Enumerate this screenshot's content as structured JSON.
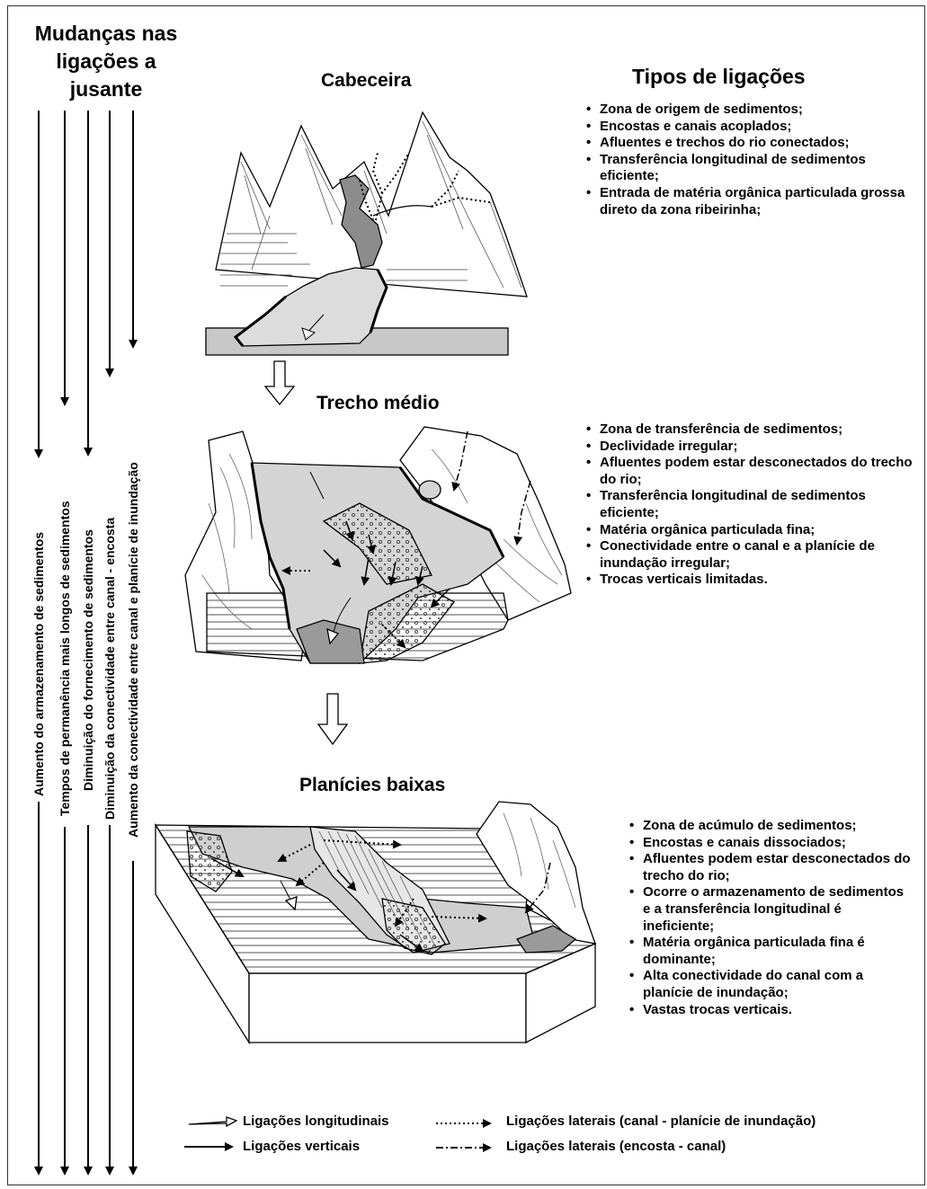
{
  "left_title": [
    "Mudanças nas",
    "ligações a",
    "jusante"
  ],
  "arrow_labels": [
    "Aumento do armazenamento de sedimentos",
    "Tempos de permanência mais longos de sedimentos",
    "Diminuição do fornecimento de sedimentos",
    "Diminuição da conectividade entre canal - encosta",
    "Aumento da conectividade entre canal e planície de inundação"
  ],
  "types_title": "Tipos de ligações",
  "stages": [
    {
      "title": "Cabeceira",
      "items": [
        "Zona de origem de sedimentos;",
        "Encostas e canais acoplados;",
        "Afluentes e trechos do rio conectados;",
        "Transferência longitudinal de sedimentos eficiente;",
        "Entrada de matéria orgânica particulada grossa direto da zona ribeirinha;"
      ]
    },
    {
      "title": "Trecho médio",
      "items": [
        "Zona de transferência de sedimentos;",
        "Declividade irregular;",
        "Afluentes podem estar desconectados do trecho do rio;",
        "Transferência longitudinal de sedimentos eficiente;",
        "Matéria orgânica particulada fina;",
        "Conectividade entre o canal e a planície de inundação irregular;",
        "Trocas verticais limitadas."
      ]
    },
    {
      "title": "Planícies baixas",
      "items": [
        "Zona de acúmulo de sedimentos;",
        "Encostas e canais dissociados;",
        "Afluentes podem estar desconectados do trecho do rio;",
        "Ocorre o armazenamento de sedimentos e a transferência longitudinal é ineficiente;",
        "Matéria orgânica particulada fina é dominante;",
        "Alta conectividade do canal com a planície de inundação;",
        "Vastas trocas verticais."
      ]
    }
  ],
  "legend": {
    "longitudinal": "Ligações longitudinais",
    "vertical": "Ligações verticais",
    "lateral_floodplain": "Ligações laterais (canal - planície de inundação)",
    "lateral_hillslope": "Ligações laterais (encosta - canal)"
  },
  "colors": {
    "line": "#000000",
    "light_fill": "#d9d9d9",
    "mid_fill": "#bdbdbd",
    "dark_fill": "#8c8c8c"
  }
}
